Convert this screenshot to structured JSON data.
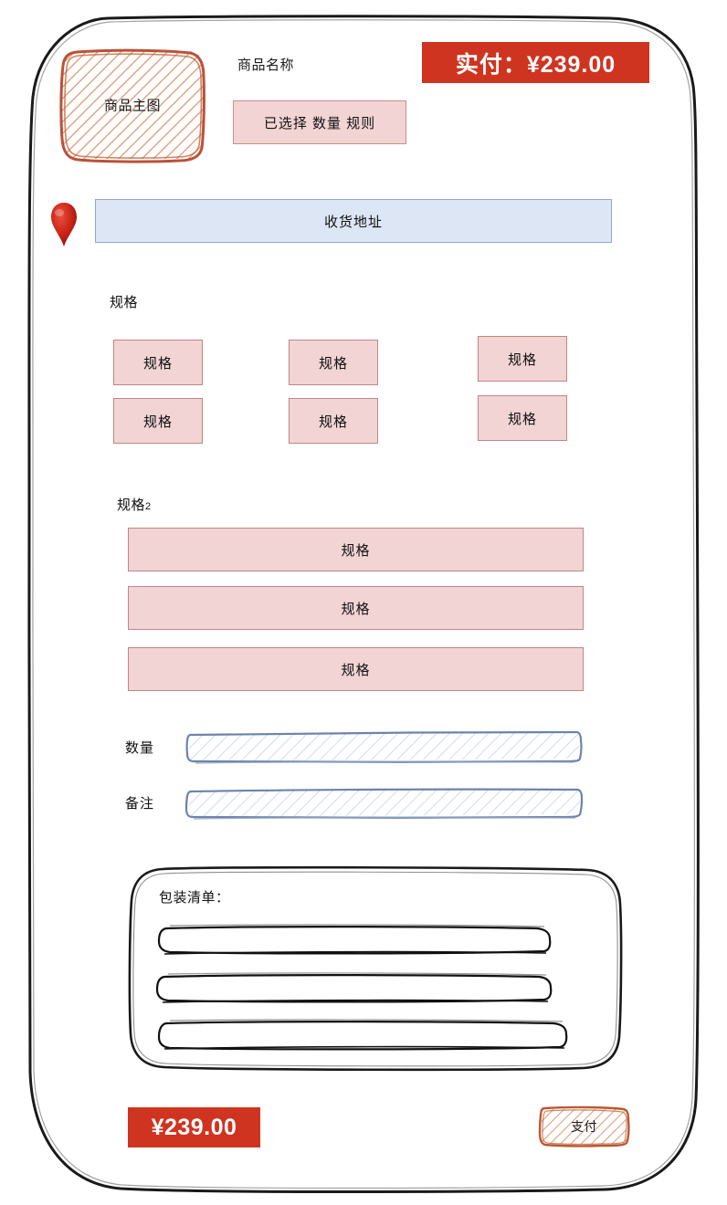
{
  "screen": {
    "kind": "mobile-checkout-wireframe",
    "frame_name": "phone-frame"
  },
  "header": {
    "product_image_label": "商品主图",
    "product_name": "商品名称",
    "selected_summary": "已选择 数量 规则",
    "paid_badge": "实付：¥239.00"
  },
  "address": {
    "pin_icon": "map-pin-icon",
    "label": "收货地址"
  },
  "spec_group_1": {
    "title": "规格",
    "chips": [
      {
        "label": "规格"
      },
      {
        "label": "规格"
      },
      {
        "label": "规格"
      },
      {
        "label": "规格"
      },
      {
        "label": "规格"
      },
      {
        "label": "规格"
      }
    ]
  },
  "spec_group_2": {
    "title": "规格",
    "title_suffix": "2",
    "bars": [
      {
        "label": "规格"
      },
      {
        "label": "规格"
      },
      {
        "label": "规格"
      }
    ]
  },
  "form": {
    "quantity": {
      "label": "数量",
      "value": "",
      "placeholder": ""
    },
    "remark": {
      "label": "备注",
      "value": "",
      "placeholder": ""
    }
  },
  "packing_list": {
    "title": "包装清单：",
    "rows": [
      {
        "text": ""
      },
      {
        "text": ""
      },
      {
        "text": ""
      }
    ]
  },
  "footer": {
    "total_price": "¥239.00",
    "pay_label": "支付"
  },
  "colors": {
    "accent_red": "#cf3420",
    "chip_fill": "#f2d4d4",
    "chip_border": "#c08585",
    "address_fill": "#dce6f5",
    "address_border": "#8fa8cc",
    "sketch_orange": "#c8653a",
    "sketch_blue": "#7f96bd",
    "sketch_black": "#1a1a1a"
  }
}
